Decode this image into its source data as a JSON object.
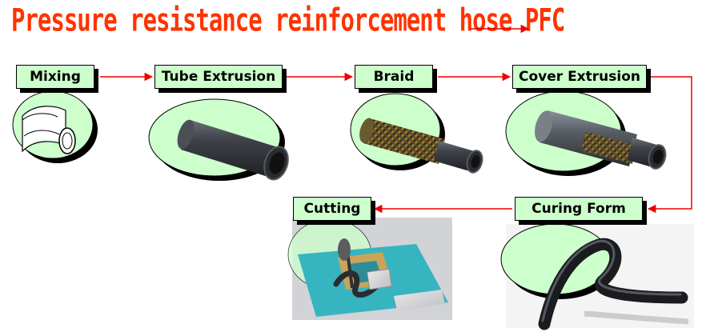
{
  "title": "Pressure resistance reinforcement hose PFC",
  "steps": [
    {
      "label": "Mixing"
    },
    {
      "label": "Tube Extrusion"
    },
    {
      "label": "Braid"
    },
    {
      "label": "Cover Extrusion"
    },
    {
      "label": "Curing Form"
    },
    {
      "label": "Cutting"
    }
  ],
  "colors": {
    "title": "#ff3300",
    "arrow": "#ee0000",
    "box_fill": "#ccffcc",
    "ellipse_fill": "#ccffcc",
    "hose_rubber": "#3a3d42",
    "braid": "#8a6a2a"
  }
}
